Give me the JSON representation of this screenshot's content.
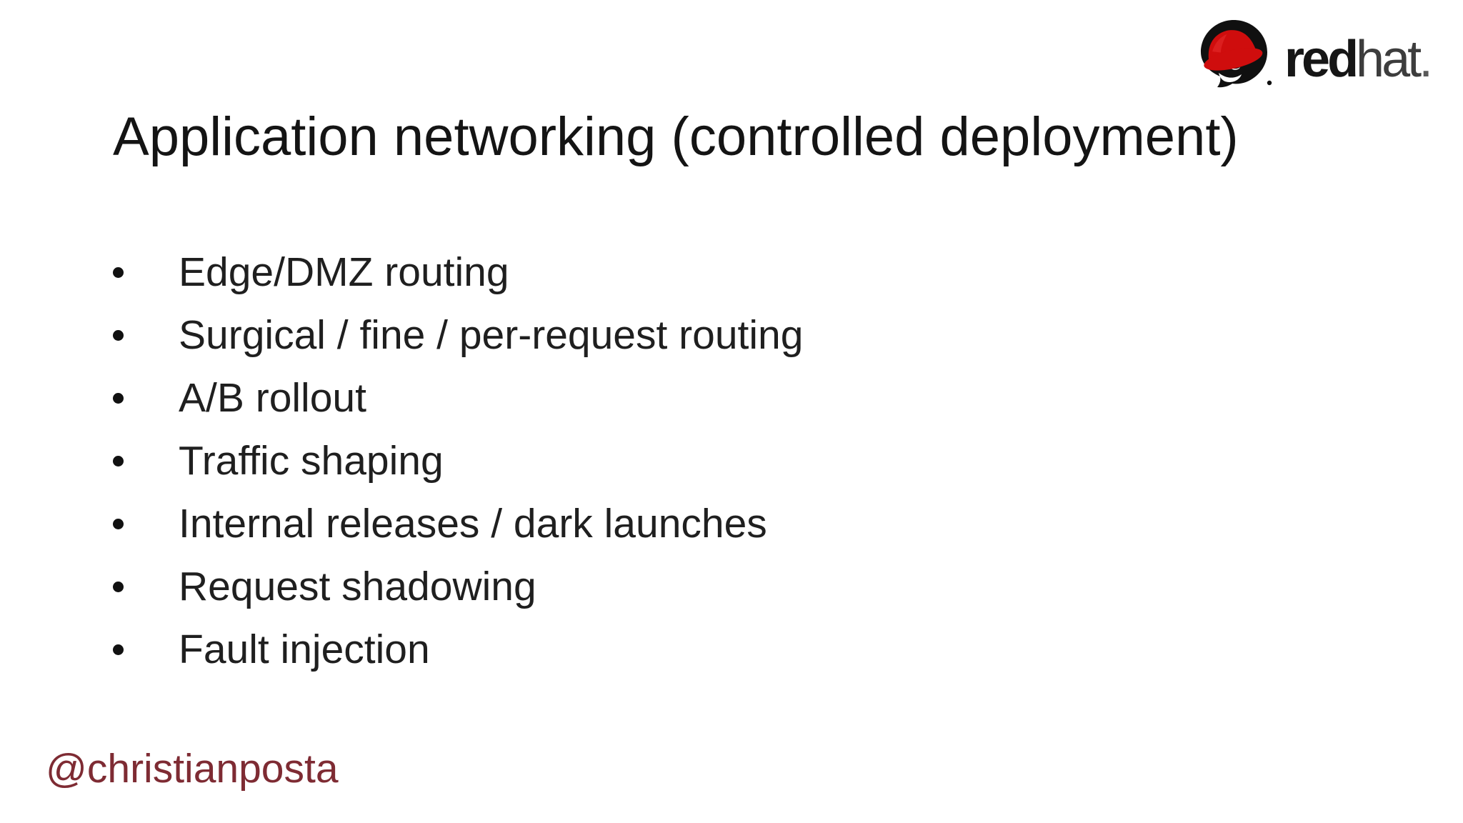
{
  "slide": {
    "title": "Application networking (controlled deployment)",
    "bullets": [
      "Edge/DMZ routing",
      "Surgical / fine / per-request routing",
      "A/B rollout",
      "Traffic shaping",
      "Internal releases / dark launches",
      "Request shadowing",
      "Fault injection"
    ],
    "footer_handle": "@christianposta"
  },
  "logo": {
    "icon": "redhat-fedora-icon",
    "brand_bold": "red",
    "brand_light": "hat",
    "brand_period": ".",
    "colors": {
      "hat_red": "#cf0d0d",
      "shadow_black": "#101010",
      "word_red": "#161616",
      "word_hat": "#3d3d3d"
    }
  },
  "colors": {
    "background": "#ffffff",
    "title_text": "#141414",
    "bullet_text": "#1f1f1f",
    "footer_text": "#7e2b33"
  }
}
